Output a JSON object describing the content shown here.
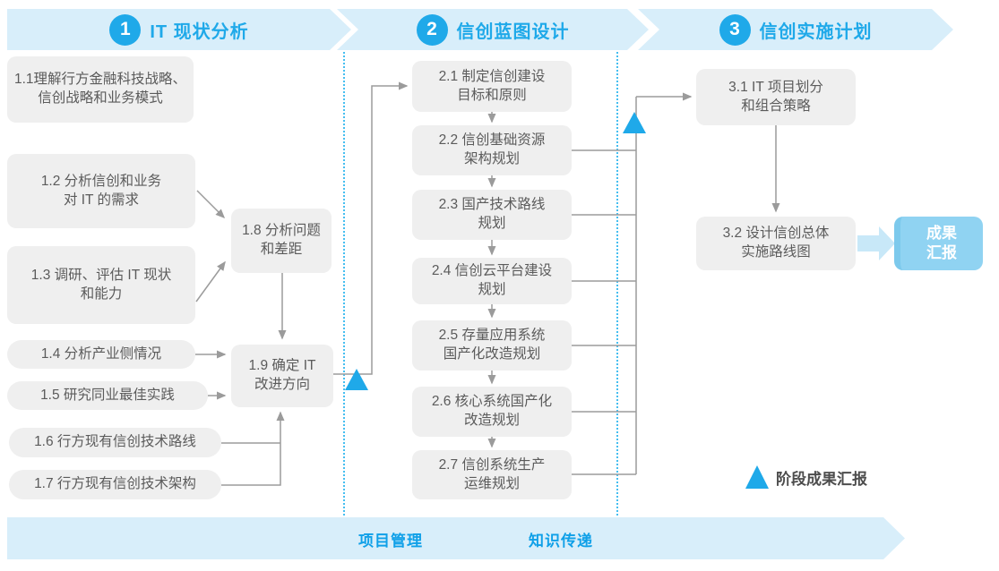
{
  "phases": [
    {
      "number": "1",
      "title": "IT 现状分析"
    },
    {
      "number": "2",
      "title": "信创蓝图设计"
    },
    {
      "number": "3",
      "title": "信创实施计划"
    }
  ],
  "boxes": [
    {
      "id": "1.1",
      "line1": "1.1理解行方金融科技战略、",
      "line2": "信创战略和业务模式"
    },
    {
      "id": "1.2",
      "line1": "1.2 分析信创和业务",
      "line2": "对 IT 的需求"
    },
    {
      "id": "1.3",
      "line1": "1.3 调研、评估 IT 现状",
      "line2": "和能力"
    },
    {
      "id": "1.4",
      "line1": "1.4 分析产业侧情况"
    },
    {
      "id": "1.5",
      "line1": "1.5 研究同业最佳实践"
    },
    {
      "id": "1.6",
      "line1": "1.6 行方现有信创技术路线"
    },
    {
      "id": "1.7",
      "line1": "1.7 行方现有信创技术架构"
    },
    {
      "id": "1.8",
      "line1": "1.8 分析问题",
      "line2": "和差距"
    },
    {
      "id": "1.9",
      "line1": "1.9 确定 IT",
      "line2": "改进方向"
    },
    {
      "id": "2.1",
      "line1": "2.1 制定信创建设",
      "line2": "目标和原则"
    },
    {
      "id": "2.2",
      "line1": "2.2 信创基础资源",
      "line2": "架构规划"
    },
    {
      "id": "2.3",
      "line1": "2.3 国产技术路线",
      "line2": "规划"
    },
    {
      "id": "2.4",
      "line1": "2.4 信创云平台建设",
      "line2": "规划"
    },
    {
      "id": "2.5",
      "line1": "2.5 存量应用系统",
      "line2": "国产化改造规划"
    },
    {
      "id": "2.6",
      "line1": "2.6 核心系统国产化",
      "line2": "改造规划"
    },
    {
      "id": "2.7",
      "line1": "2.7 信创系统生产",
      "line2": "运维规划"
    },
    {
      "id": "3.1",
      "line1": "3.1 IT 项目划分",
      "line2": "和组合策略"
    },
    {
      "id": "3.2",
      "line1": "3.2 设计信创总体",
      "line2": "实施路线图"
    }
  ],
  "result_box": {
    "line1": "成果",
    "line2": "汇报"
  },
  "legend": {
    "label": "阶段成果汇报"
  },
  "footer": {
    "items": [
      "项目管理",
      "知识传递"
    ]
  },
  "colors": {
    "accent_blue": "#1FA9E9",
    "banner_bg": "#D8EEFA",
    "box_bg": "#EFEFEF",
    "box_text": "#5B5B5B",
    "connector_gray": "#9B9B9B",
    "dotted_divider": "#45BEF0",
    "result_bg": "#90D3F2",
    "result_arrow": "#C8E8F8",
    "footer_text": "#0FA0E8"
  }
}
